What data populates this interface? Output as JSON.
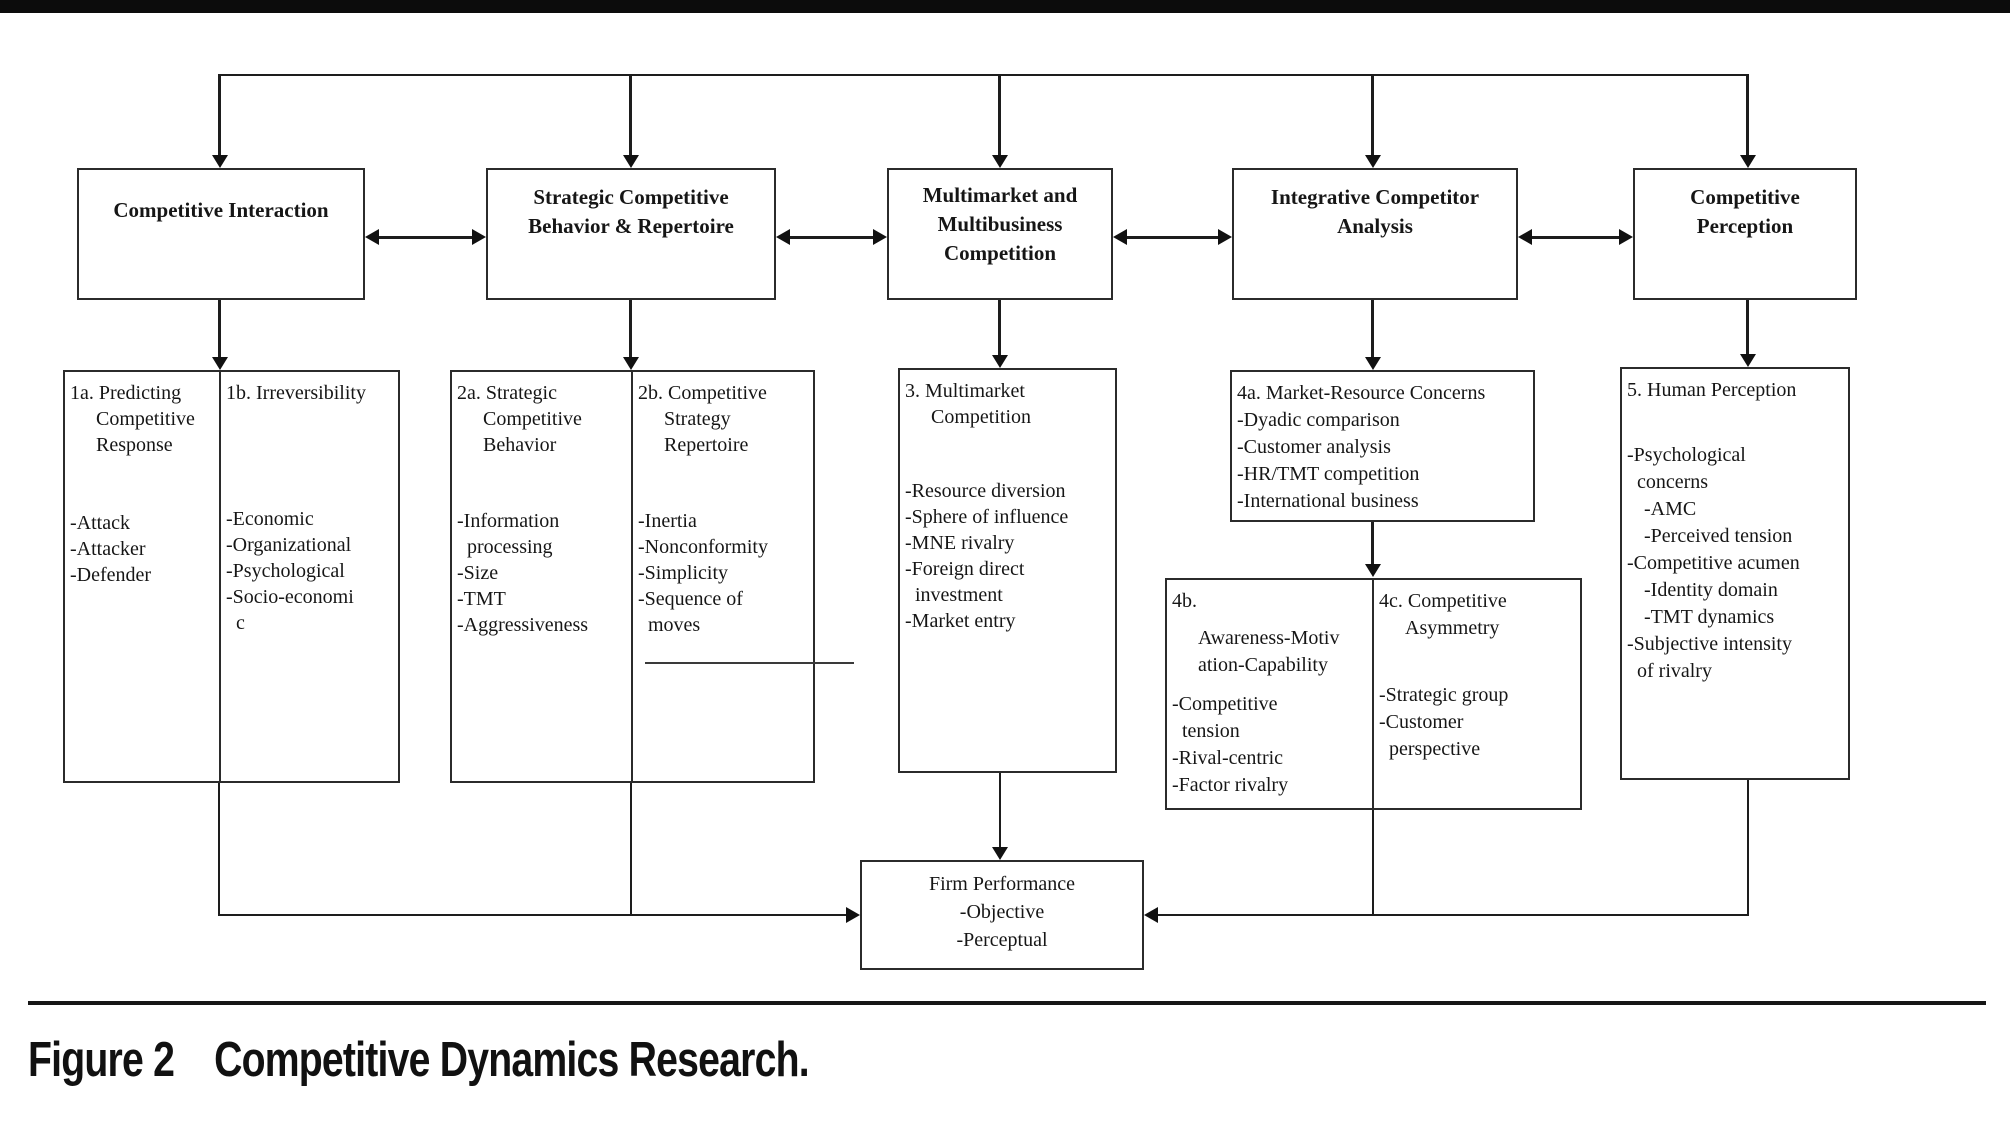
{
  "top_boxes": {
    "b1": {
      "lines": [
        "Competitive Interaction"
      ]
    },
    "b2": {
      "lines": [
        "Strategic Competitive",
        "Behavior & Repertoire"
      ]
    },
    "b3": {
      "lines": [
        "Multimarket and",
        "Multibusiness",
        "Competition"
      ]
    },
    "b4": {
      "lines": [
        "Integrative Competitor",
        "Analysis"
      ]
    },
    "b5": {
      "lines": [
        "Competitive",
        "Perception"
      ]
    }
  },
  "detail_boxes": {
    "b1a": {
      "title": [
        "1a. Predicting",
        "Competitive",
        "Response"
      ],
      "items": [
        "-Attack",
        "-Attacker",
        "-Defender"
      ]
    },
    "b1b": {
      "title": [
        "1b. Irreversibility"
      ],
      "items": [
        "-Economic",
        "-Organizational",
        "-Psychological",
        "-Socio-economi",
        "c"
      ]
    },
    "b2a": {
      "title": [
        "2a. Strategic",
        "Competitive",
        "Behavior"
      ],
      "items": [
        "-Information",
        "processing",
        "-Size",
        "-TMT",
        "-Aggressiveness"
      ]
    },
    "b2b": {
      "title": [
        "2b. Competitive",
        "Strategy",
        "Repertoire"
      ],
      "items": [
        "-Inertia",
        "-Nonconformity",
        "-Simplicity",
        "-Sequence of",
        "moves"
      ]
    },
    "b3": {
      "title": [
        "3. Multimarket",
        "Competition"
      ],
      "items": [
        "-Resource diversion",
        "-Sphere of influence",
        "-MNE rivalry",
        "-Foreign direct",
        "investment",
        "-Market entry"
      ]
    },
    "b4a": {
      "title": [
        "4a. Market-Resource Concerns"
      ],
      "items": [
        "-Dyadic comparison",
        "-Customer analysis",
        "-HR/TMT competition",
        "-International business"
      ]
    },
    "b4b": {
      "title": [
        "4b.",
        "Awareness-Motiv",
        "ation-Capability"
      ],
      "items": [
        "-Competitive",
        "tension",
        "-Rival-centric",
        "-Factor rivalry"
      ]
    },
    "b4c": {
      "title": [
        "4c. Competitive",
        "Asymmetry"
      ],
      "items": [
        "-Strategic group",
        "-Customer",
        "perspective"
      ]
    },
    "b5": {
      "title": [
        "5. Human Perception"
      ],
      "items": [
        "-Psychological",
        "concerns",
        "-AMC",
        "-Perceived tension",
        "-Competitive acumen",
        "-Identity domain",
        "-TMT dynamics",
        "-Subjective intensity",
        "of rivalry"
      ]
    }
  },
  "performance_box": {
    "lines": [
      "Firm Performance",
      "-Objective",
      "-Perceptual"
    ]
  },
  "caption": {
    "label": "Figure 2",
    "title": "Competitive Dynamics Research."
  },
  "colors": {
    "ink": "#161616",
    "background": "#ffffff"
  }
}
